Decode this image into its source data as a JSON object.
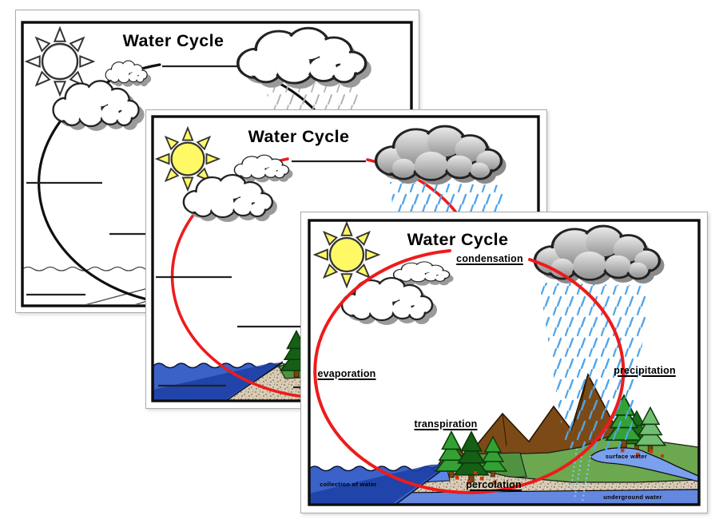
{
  "pages": [
    {
      "title": "Water Cycle"
    },
    {
      "title": "Water Cycle"
    },
    {
      "title": "Water Cycle",
      "labels": {
        "condensation": "condensation",
        "evaporation": "evaporation",
        "precipitation": "precipitation",
        "transpiration": "transpiration",
        "percolation": "percolation",
        "surface_water": "surface water",
        "collection_of_water": "collection of water",
        "underground_water": "underground water"
      }
    }
  ],
  "colors": {
    "cycle_arrow_red": "#ee1b1b",
    "sun_yellow": "#fff966",
    "water_blue": "#3a62c8",
    "deep_water_blue": "#1c3fa3",
    "rain_blue": "#4fa5eb",
    "grass_green": "#6ba84f",
    "mountain_brown": "#7c4a16",
    "gravel_tan": "#d9cdb8",
    "cloud_gray": "#b8b8b8"
  }
}
